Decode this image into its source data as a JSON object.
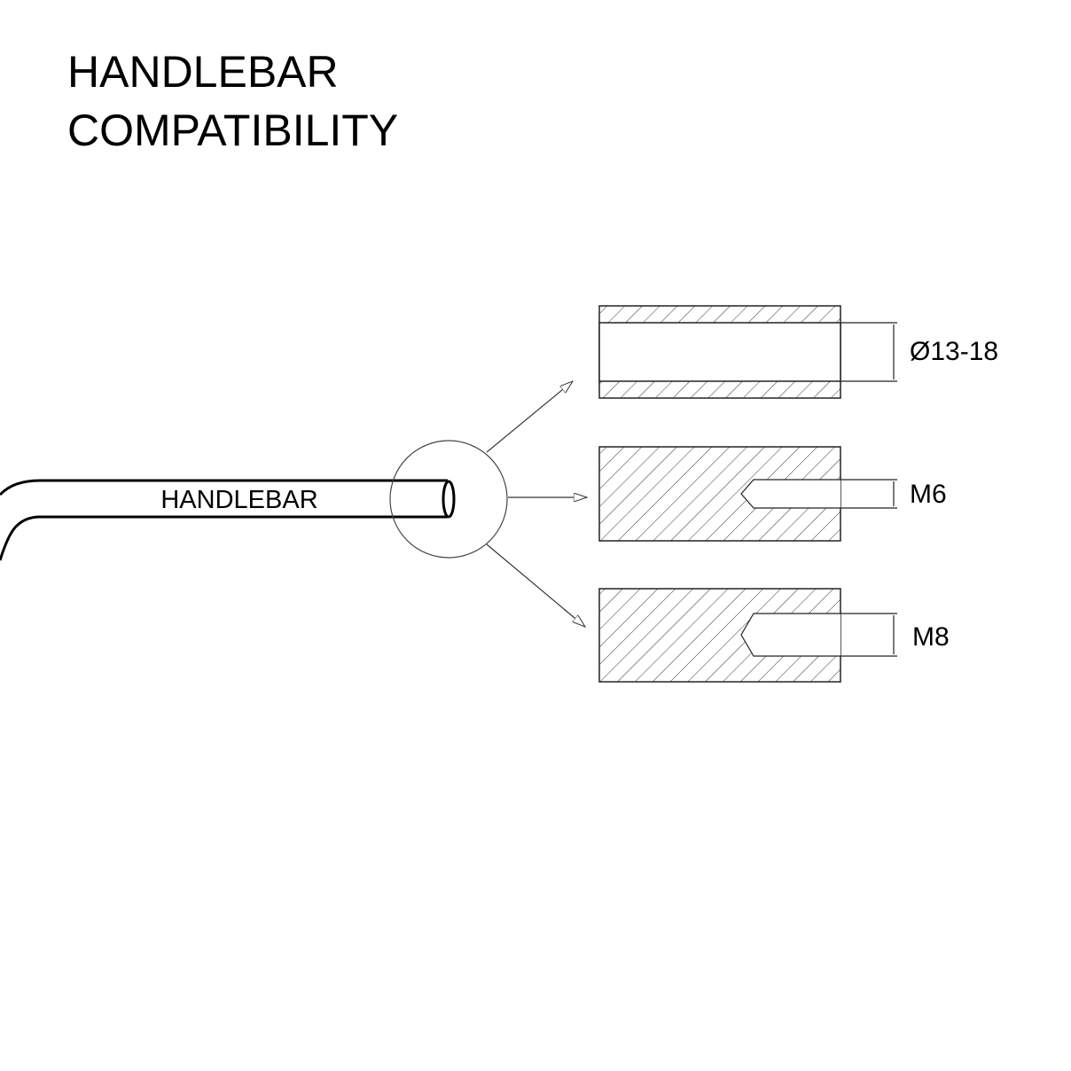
{
  "title": {
    "line1": "HANDLEBAR",
    "line2": "COMPATIBILITY"
  },
  "handlebar_label": "HANDLEBAR",
  "options": [
    {
      "label": "Ø13-18",
      "type": "bore"
    },
    {
      "label": "M6",
      "type": "thread"
    },
    {
      "label": "M8",
      "type": "thread"
    }
  ]
}
